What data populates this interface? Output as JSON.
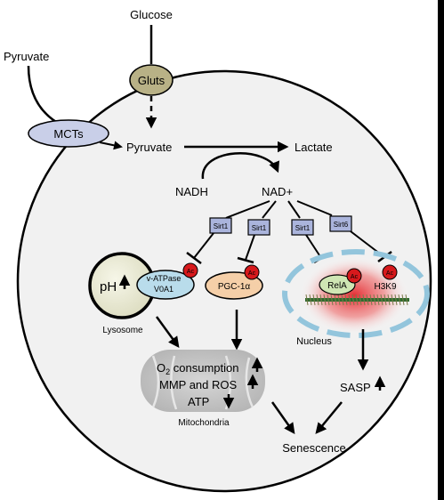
{
  "labels": {
    "glucose": "Glucose",
    "pyruvate_outer": "Pyruvate",
    "gluts": "Gluts",
    "mcts": "MCTs",
    "pyruvate_inner": "Pyruvate",
    "lactate": "Lactate",
    "nadh": "NADH",
    "nad_plus": "NAD+",
    "sirt1_a": "Sirt1",
    "sirt1_b": "Sirt1",
    "sirt1_c": "Sirt1",
    "sirt6": "Sirt6",
    "ph": "pH",
    "v_atpase_line1": "v-ATPase",
    "v_atpase_line2": "V0A1",
    "ac": "Ac",
    "pgc1a": "PGC-1α",
    "rela": "RelA",
    "h3k9": "H3K9",
    "lysosome": "Lysosome",
    "nucleus": "Nucleus",
    "o2_prefix": "O",
    "o2_sub": "2",
    "o2_suffix": " consumption",
    "mmp_ros": "MMP and ROS",
    "atp": "ATP",
    "mitochondria": "Mitochondria",
    "sasp": "SASP",
    "senescence": "Senescence"
  },
  "colors": {
    "cell_fill": "#f1f1f1",
    "gluts_fill": "#b8b186",
    "mcts_fill": "#c9cfe8",
    "sirt_fill": "#aab4dc",
    "ac_fill": "#d7191c",
    "lysosome_fill": "#eeeedc",
    "vatpase_fill": "#b9dceb",
    "pgc_fill": "#f5cfa8",
    "rela_fill": "#cfe6b4",
    "nucleus_border": "#93c5dc",
    "chromatin_glow": "#e4242a",
    "mito_fill": "#c8c8c8"
  }
}
